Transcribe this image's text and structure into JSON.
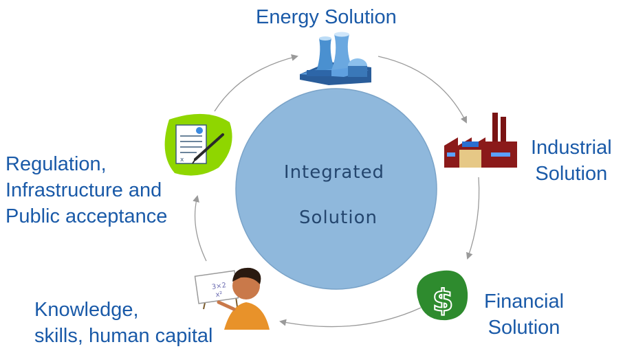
{
  "center": {
    "line1": "Integrated",
    "line2": "Solution"
  },
  "nodes": {
    "energy": {
      "label": "Energy Solution",
      "icon": "power-plant-icon"
    },
    "industrial": {
      "line1": "Industrial",
      "line2": "Solution",
      "icon": "factory-icon"
    },
    "financial": {
      "line1": "Financial",
      "line2": "Solution",
      "icon": "dollar-sign-icon"
    },
    "knowledge": {
      "line1": "Knowledge,",
      "line2": "skills, human capital",
      "icon": "teacher-icon"
    },
    "regulation": {
      "line1": "Regulation,",
      "line2": "Infrastructure and",
      "line3": "Public acceptance",
      "icon": "document-signing-icon"
    }
  },
  "colors": {
    "text": "#1a5aa8",
    "center_fill": "#8fb8dc",
    "center_text": "#24466e",
    "arrows": "#9a9a9a",
    "factory": "#8b1a1a",
    "dollar": "#2e8b2e",
    "document_bg": "#8fd600",
    "plant": "#4a90d0"
  }
}
